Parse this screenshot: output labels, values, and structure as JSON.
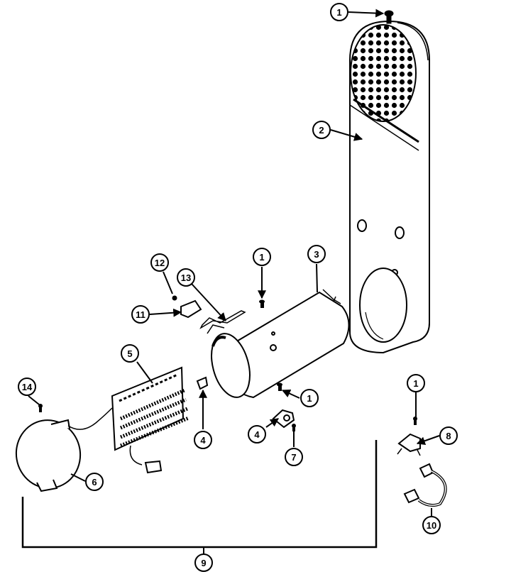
{
  "colors": {
    "ink": "#000000",
    "paper": "#ffffff"
  },
  "callouts": {
    "c1a": "1",
    "c2": "2",
    "c1b": "1",
    "c3": "3",
    "c12": "12",
    "c13": "13",
    "c11": "11",
    "c5": "5",
    "c14": "14",
    "c4a": "4",
    "c1c": "1",
    "c4b": "4",
    "c7": "7",
    "c1d": "1",
    "c8": "8",
    "c6": "6",
    "c10": "10",
    "c9": "9"
  }
}
